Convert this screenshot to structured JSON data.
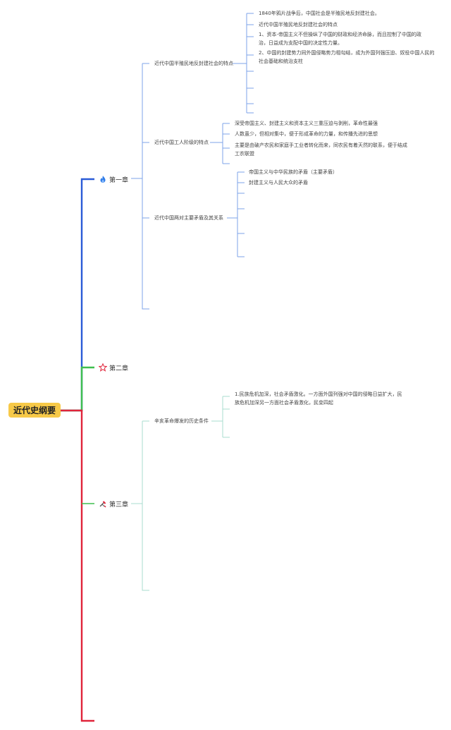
{
  "root": {
    "label": "近代史纲要"
  },
  "chapters": [
    {
      "label": "第一章",
      "icon": "flame-icon",
      "color": "#2a5bd7",
      "topics": [
        {
          "label": "近代中国半殖民地反封建社会的特点",
          "items": [
            "1840年鸦片战争后，中国社会是半殖民地反封建社会。",
            "近代中国半殖民地反封建社会的特点",
            "1、资本-帝国主义不但操纵了中国的财政和经济命脉，而且控制了中国的政治，日益成为支配中国的决定性力量。",
            "2、中国的封建势力同外国侵略势力相勾结，成为外国列强压迫、奴役中国人民的社会基础和统治支柱"
          ]
        },
        {
          "label": "近代中国工人阶级的特点",
          "items": [
            "深受帝国主义、封建主义和资本主义三重压迫与剥削，革命性最强",
            "人数虽少，但相对集中，便于形成革命的力量，和传播先进的思想",
            "主要是由破产农民和家庭手工业者转化而来，同农民有着天然的联系，便于结成工农联盟"
          ]
        },
        {
          "label": "近代中国两对主要矛盾及其关系",
          "items": [
            "帝国主义与中华民族的矛盾（主要矛盾）",
            "封建主义与人民大众的矛盾"
          ]
        }
      ]
    },
    {
      "label": "第二章",
      "icon": "star-outline-icon",
      "color": "#3fbf4f",
      "topics": []
    },
    {
      "label": "第三章",
      "icon": "tools-icon",
      "color": "#e0243a",
      "topics": [
        {
          "label": "辛亥革命爆发的历史条件",
          "items": [
            "1.民族危机加深，社会矛盾激化。一方面外国列强对中国的侵略日益扩大，民族危机加深另一方面社会矛盾激化，民变四起"
          ]
        }
      ]
    }
  ],
  "colors": {
    "chapter1_branch": "#2a5bd7",
    "chapter1_sub": "#7da3e8",
    "chapter2_branch": "#3fbf4f",
    "chapter3_branch": "#e0243a",
    "chapter3_sub": "#a9dccf",
    "root_fill": "#f7c948"
  }
}
